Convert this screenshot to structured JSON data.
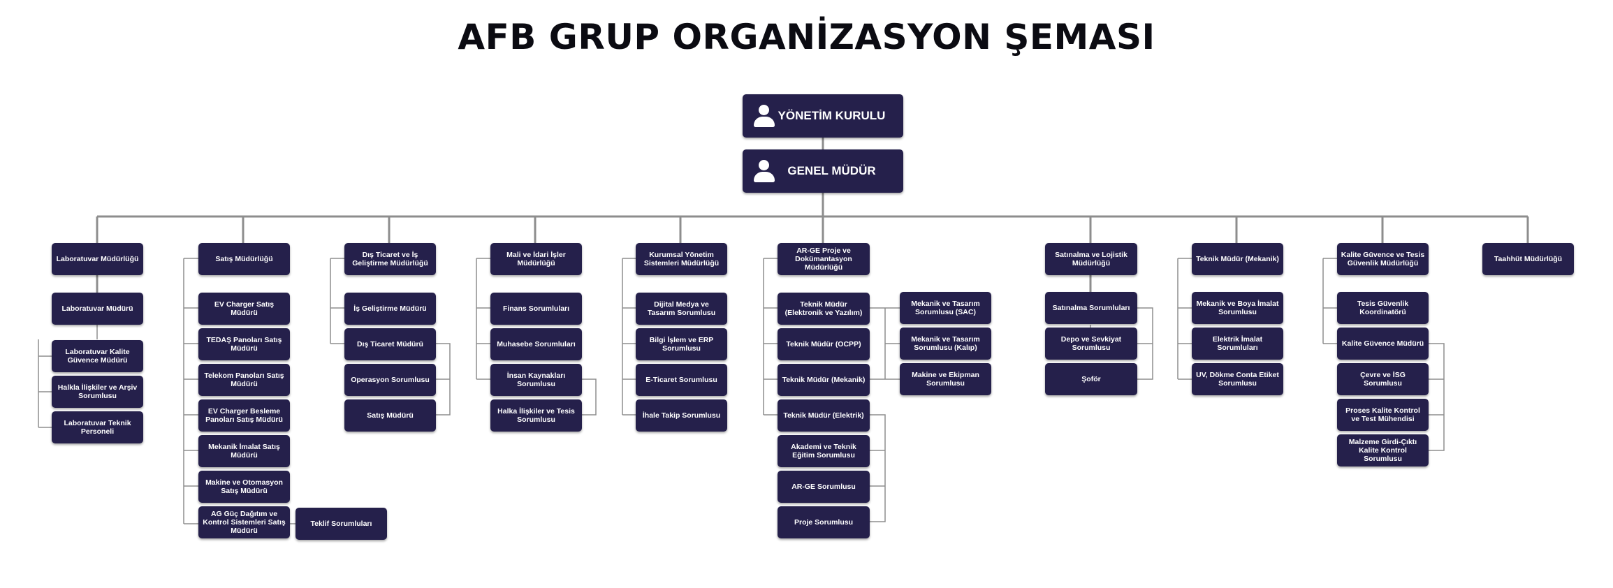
{
  "title": "AFB GRUP ORGANİZASYON ŞEMASI",
  "colors": {
    "box": "#25204b",
    "line": "#8d8d8d",
    "text": "#ffffff"
  },
  "top": {
    "board": {
      "label": "YÖNETİM KURULU",
      "icon": "person-icon"
    },
    "gm": {
      "label": "GENEL MÜDÜR",
      "icon": "person-icon"
    }
  },
  "departments": [
    {
      "label": "Laboratuvar Müdürlüğü",
      "children": [
        "Laboratuvar Müdürü",
        "Laboratuvar Kalite Güvence Müdürü",
        "Halkla İlişkiler ve Arşiv Sorumlusu",
        "Laboratuvar Teknik Personeli"
      ]
    },
    {
      "label": "Satış Müdürlüğü",
      "children": [
        "EV Charger Satış Müdürü",
        "TEDAŞ Panoları Satış Müdürü",
        "Telekom Panoları Satış Müdürü",
        "EV Charger Besleme Panoları Satış Müdürü",
        "Mekanik İmalat Satış Müdürü",
        "Makine ve Otomasyon Satış Müdürü",
        "AG Güç Dağıtım ve Kontrol Sistemleri Satış Müdürü"
      ],
      "extra": [
        "Teklif Sorumluları"
      ]
    },
    {
      "label": "Dış Ticaret ve İş Geliştirme Müdürlüğü",
      "children": [
        "İş Geliştirme Müdürü",
        "Dış Ticaret Müdürü",
        "Operasyon Sorumlusu",
        "Satış Müdürü"
      ]
    },
    {
      "label": "Mali ve İdari İşler Müdürlüğü",
      "children": [
        "Finans Sorumluları",
        "Muhasebe Sorumluları",
        "İnsan Kaynakları Sorumlusu",
        "Halka İlişkiler ve Tesis Sorumlusu"
      ]
    },
    {
      "label": "Kurumsal Yönetim Sistemleri Müdürlüğü",
      "children": [
        "Dijital Medya ve Tasarım Sorumlusu",
        "Bilgi İşlem ve ERP Sorumlusu",
        "E-Ticaret Sorumlusu",
        "İhale Takip Sorumlusu"
      ]
    },
    {
      "label": "AR-GE Proje ve Dokümantasyon Müdürlüğü",
      "children": [
        "Teknik Müdür (Elektronik ve Yazılım)",
        "Teknik Müdür (OCPP)",
        "Teknik Müdür (Mekanik)",
        "Teknik Müdür (Elektrik)",
        "Akademi ve Teknik Eğitim Sorumlusu",
        "AR-GE Sorumlusu",
        "Proje Sorumlusu"
      ],
      "extra": [
        "Mekanik ve Tasarım Sorumlusu (SAC)",
        "Mekanik ve Tasarım Sorumlusu (Kalıp)",
        "Makine ve Ekipman Sorumlusu"
      ]
    },
    {
      "label": "Satınalma ve Lojistik Müdürlüğü",
      "children": [
        "Satınalma Sorumluları",
        "Depo ve Sevkiyat Sorumlusu",
        "Şoför"
      ]
    },
    {
      "label": "Teknik Müdür (Mekanik)",
      "children": [
        "Mekanik ve Boya İmalat Sorumlusu",
        "Elektrik İmalat Sorumluları",
        "UV, Dökme Conta Etiket Sorumlusu"
      ]
    },
    {
      "label": "Kalite Güvence ve Tesis Güvenlik Müdürlüğü",
      "children": [
        "Tesis Güvenlik Koordinatörü",
        "Kalite Güvence Müdürü",
        "Çevre ve İSG Sorumlusu",
        "Proses Kalite Kontrol ve Test Mühendisi",
        "Malzeme Girdi-Çıktı Kalite Kontrol Sorumlusu"
      ]
    },
    {
      "label": "Taahhüt Müdürlüğü",
      "children": []
    }
  ]
}
